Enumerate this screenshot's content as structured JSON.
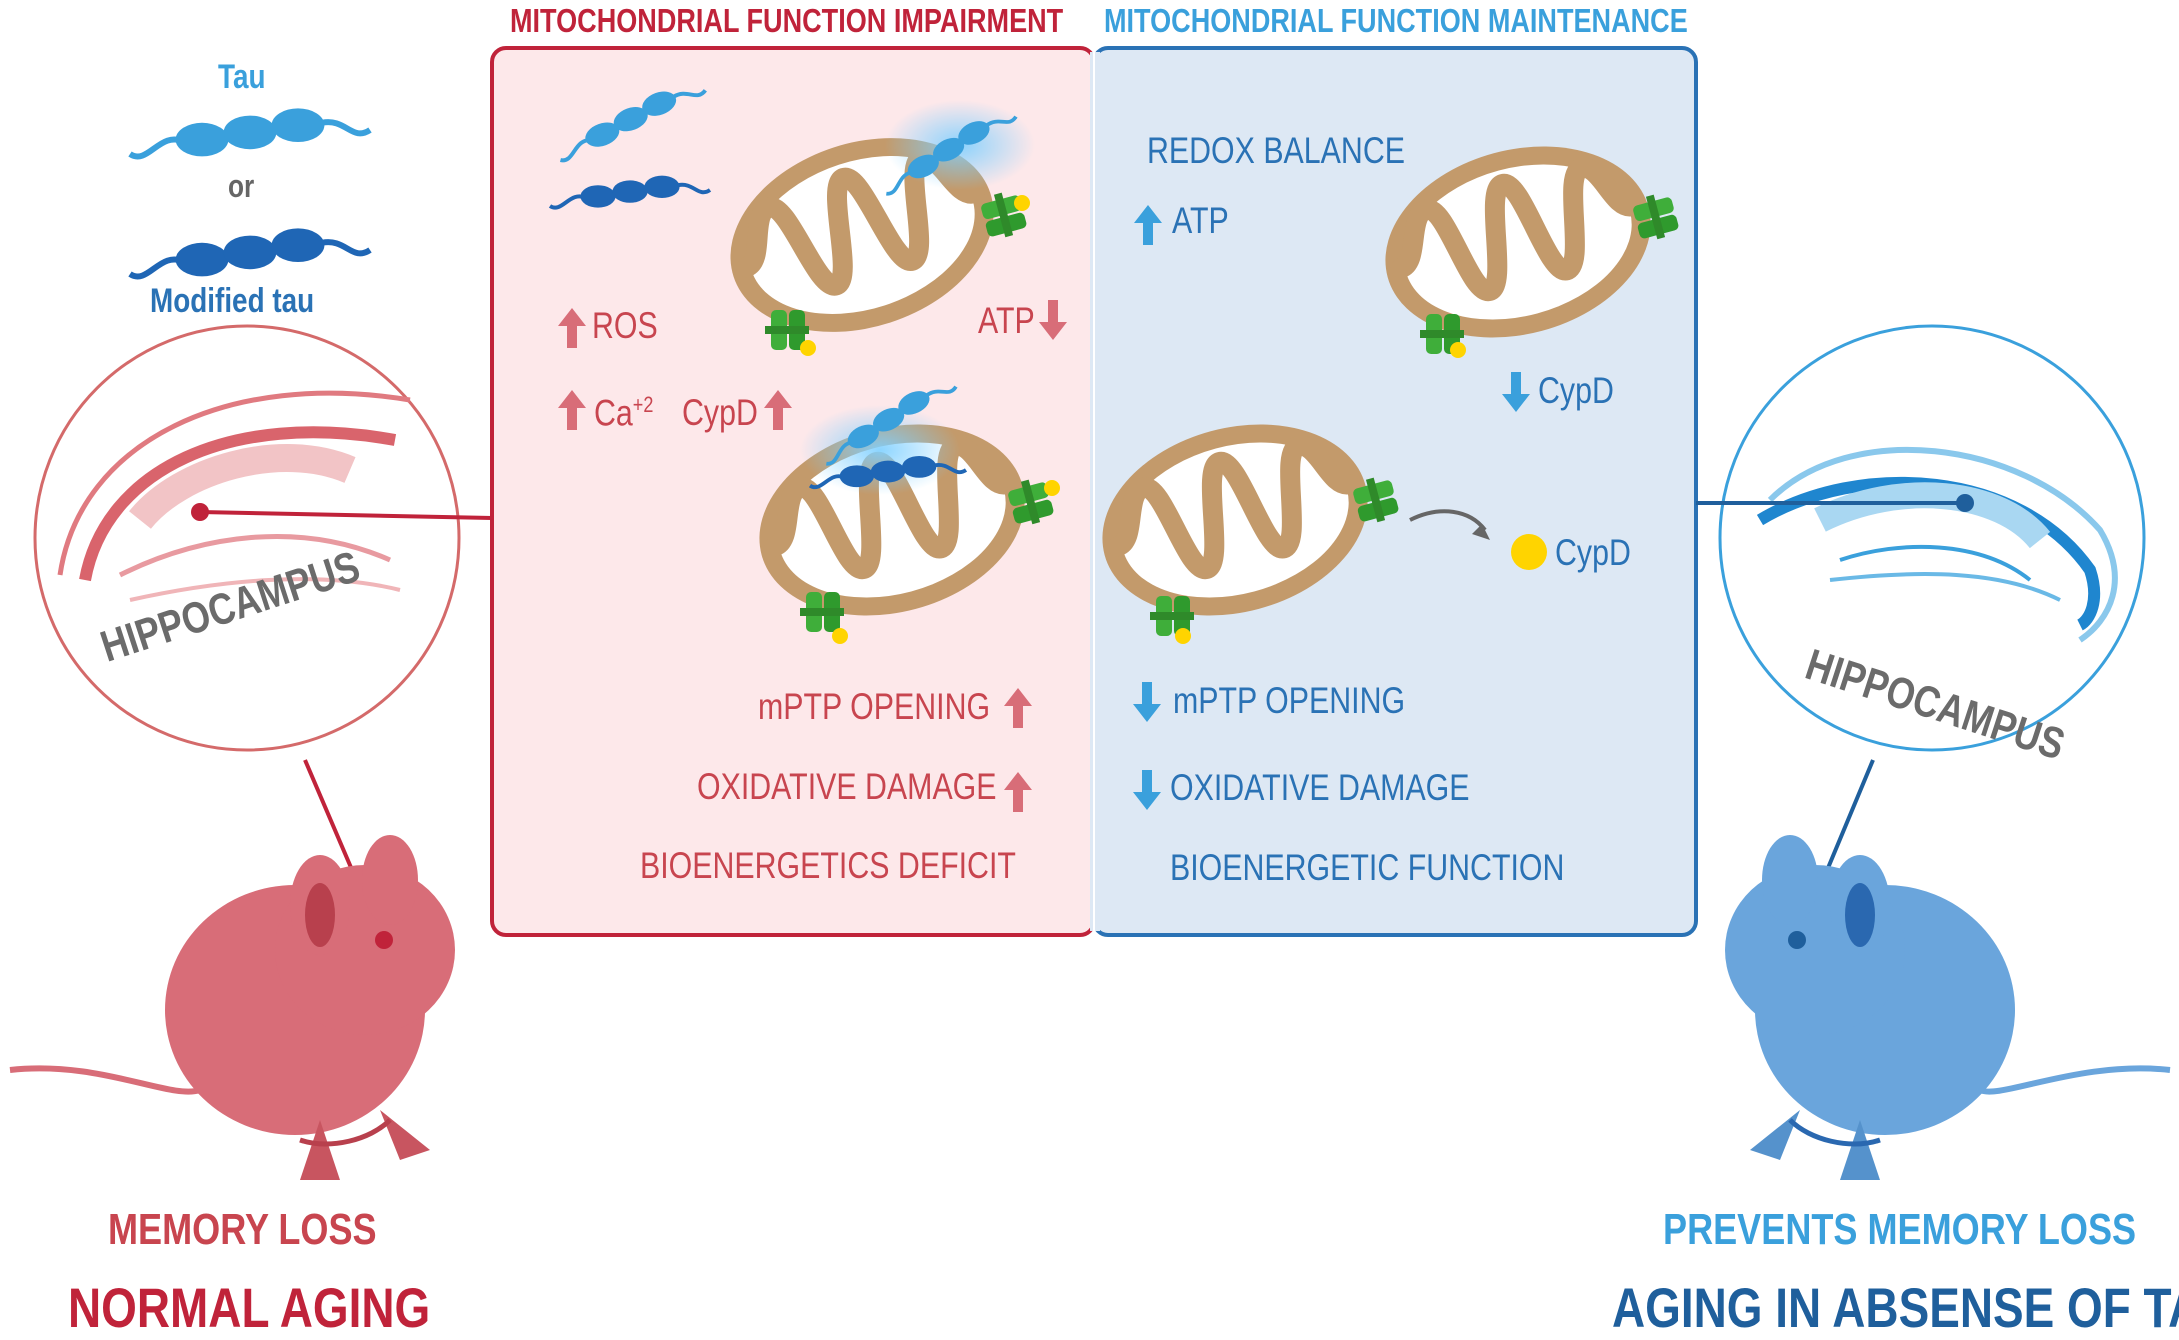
{
  "headers": {
    "left": "MITOCHONDRIAL FUNCTION IMPAIRMENT",
    "right": "MITOCHONDRIAL FUNCTION MAINTENANCE"
  },
  "legend": {
    "tau": "Tau",
    "or": "or",
    "modified_tau": "Modified tau"
  },
  "impairment": {
    "ros": "ROS",
    "atp": "ATP",
    "ca": "Ca",
    "ca_sup": "+2",
    "cypd": "CypD",
    "mptp": "mPTP OPENING",
    "oxidative": "OXIDATIVE DAMAGE",
    "bioenergetics": "BIOENERGETICS DEFICIT"
  },
  "maintenance": {
    "redox": "REDOX BALANCE",
    "atp": "ATP",
    "cypd_down": "CypD",
    "cypd_released": "CypD",
    "mptp": "mPTP OPENING",
    "oxidative": "OXIDATIVE DAMAGE",
    "bioenergetic": "BIOENERGETIC FUNCTION"
  },
  "left_outcome": {
    "hippocampus": "HIPPOCAMPUS",
    "memory": "MEMORY LOSS",
    "aging": "NORMAL AGING"
  },
  "right_outcome": {
    "hippocampus": "HIPPOCAMPUS",
    "memory": "PREVENTS MEMORY LOSS",
    "aging": "AGING IN ABSENSE OF TAU"
  },
  "colors": {
    "red": "#c8454f",
    "blue": "#2a72b5",
    "light_blue": "#3aa0dc",
    "panel_red": "#fde8ea",
    "panel_blue": "#dde8f4",
    "mito_membrane": "#c39a6b",
    "cypd_yellow": "#ffd400",
    "channel_green": "#3fae3a"
  }
}
